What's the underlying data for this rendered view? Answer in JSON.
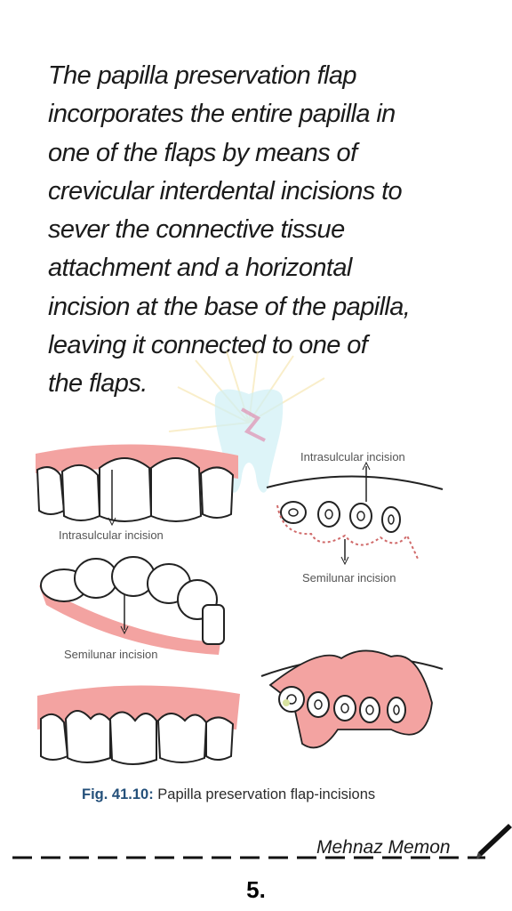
{
  "paragraph_lines": [
    "The papilla preservation flap",
    "incorporates the entire papilla in",
    "one of the flaps by means of",
    "crevicular interdental incisions to",
    "sever the connective tissue",
    "attachment and a horizontal",
    "incision at the base of the papilla,",
    "leaving it connected to one of",
    "the flaps."
  ],
  "figure": {
    "label_intrasulcular_left": "Intrasulcular incision",
    "label_semilunar_left": "Semilunar incision",
    "label_intrasulcular_right": "Intrasulcular incision",
    "label_semilunar_right": "Semilunar incision"
  },
  "caption": {
    "fig_number": "Fig. 41.10:",
    "text": " Papilla preservation flap-incisions"
  },
  "footer": {
    "author": "Mehnaz Memon",
    "page_number": "5."
  },
  "colors": {
    "gingiva": "#f3a3a1",
    "tooth_outline": "#222222",
    "caption_accent": "#24507a"
  },
  "icons": [
    "tooth-watermark-icon",
    "pen-icon"
  ]
}
